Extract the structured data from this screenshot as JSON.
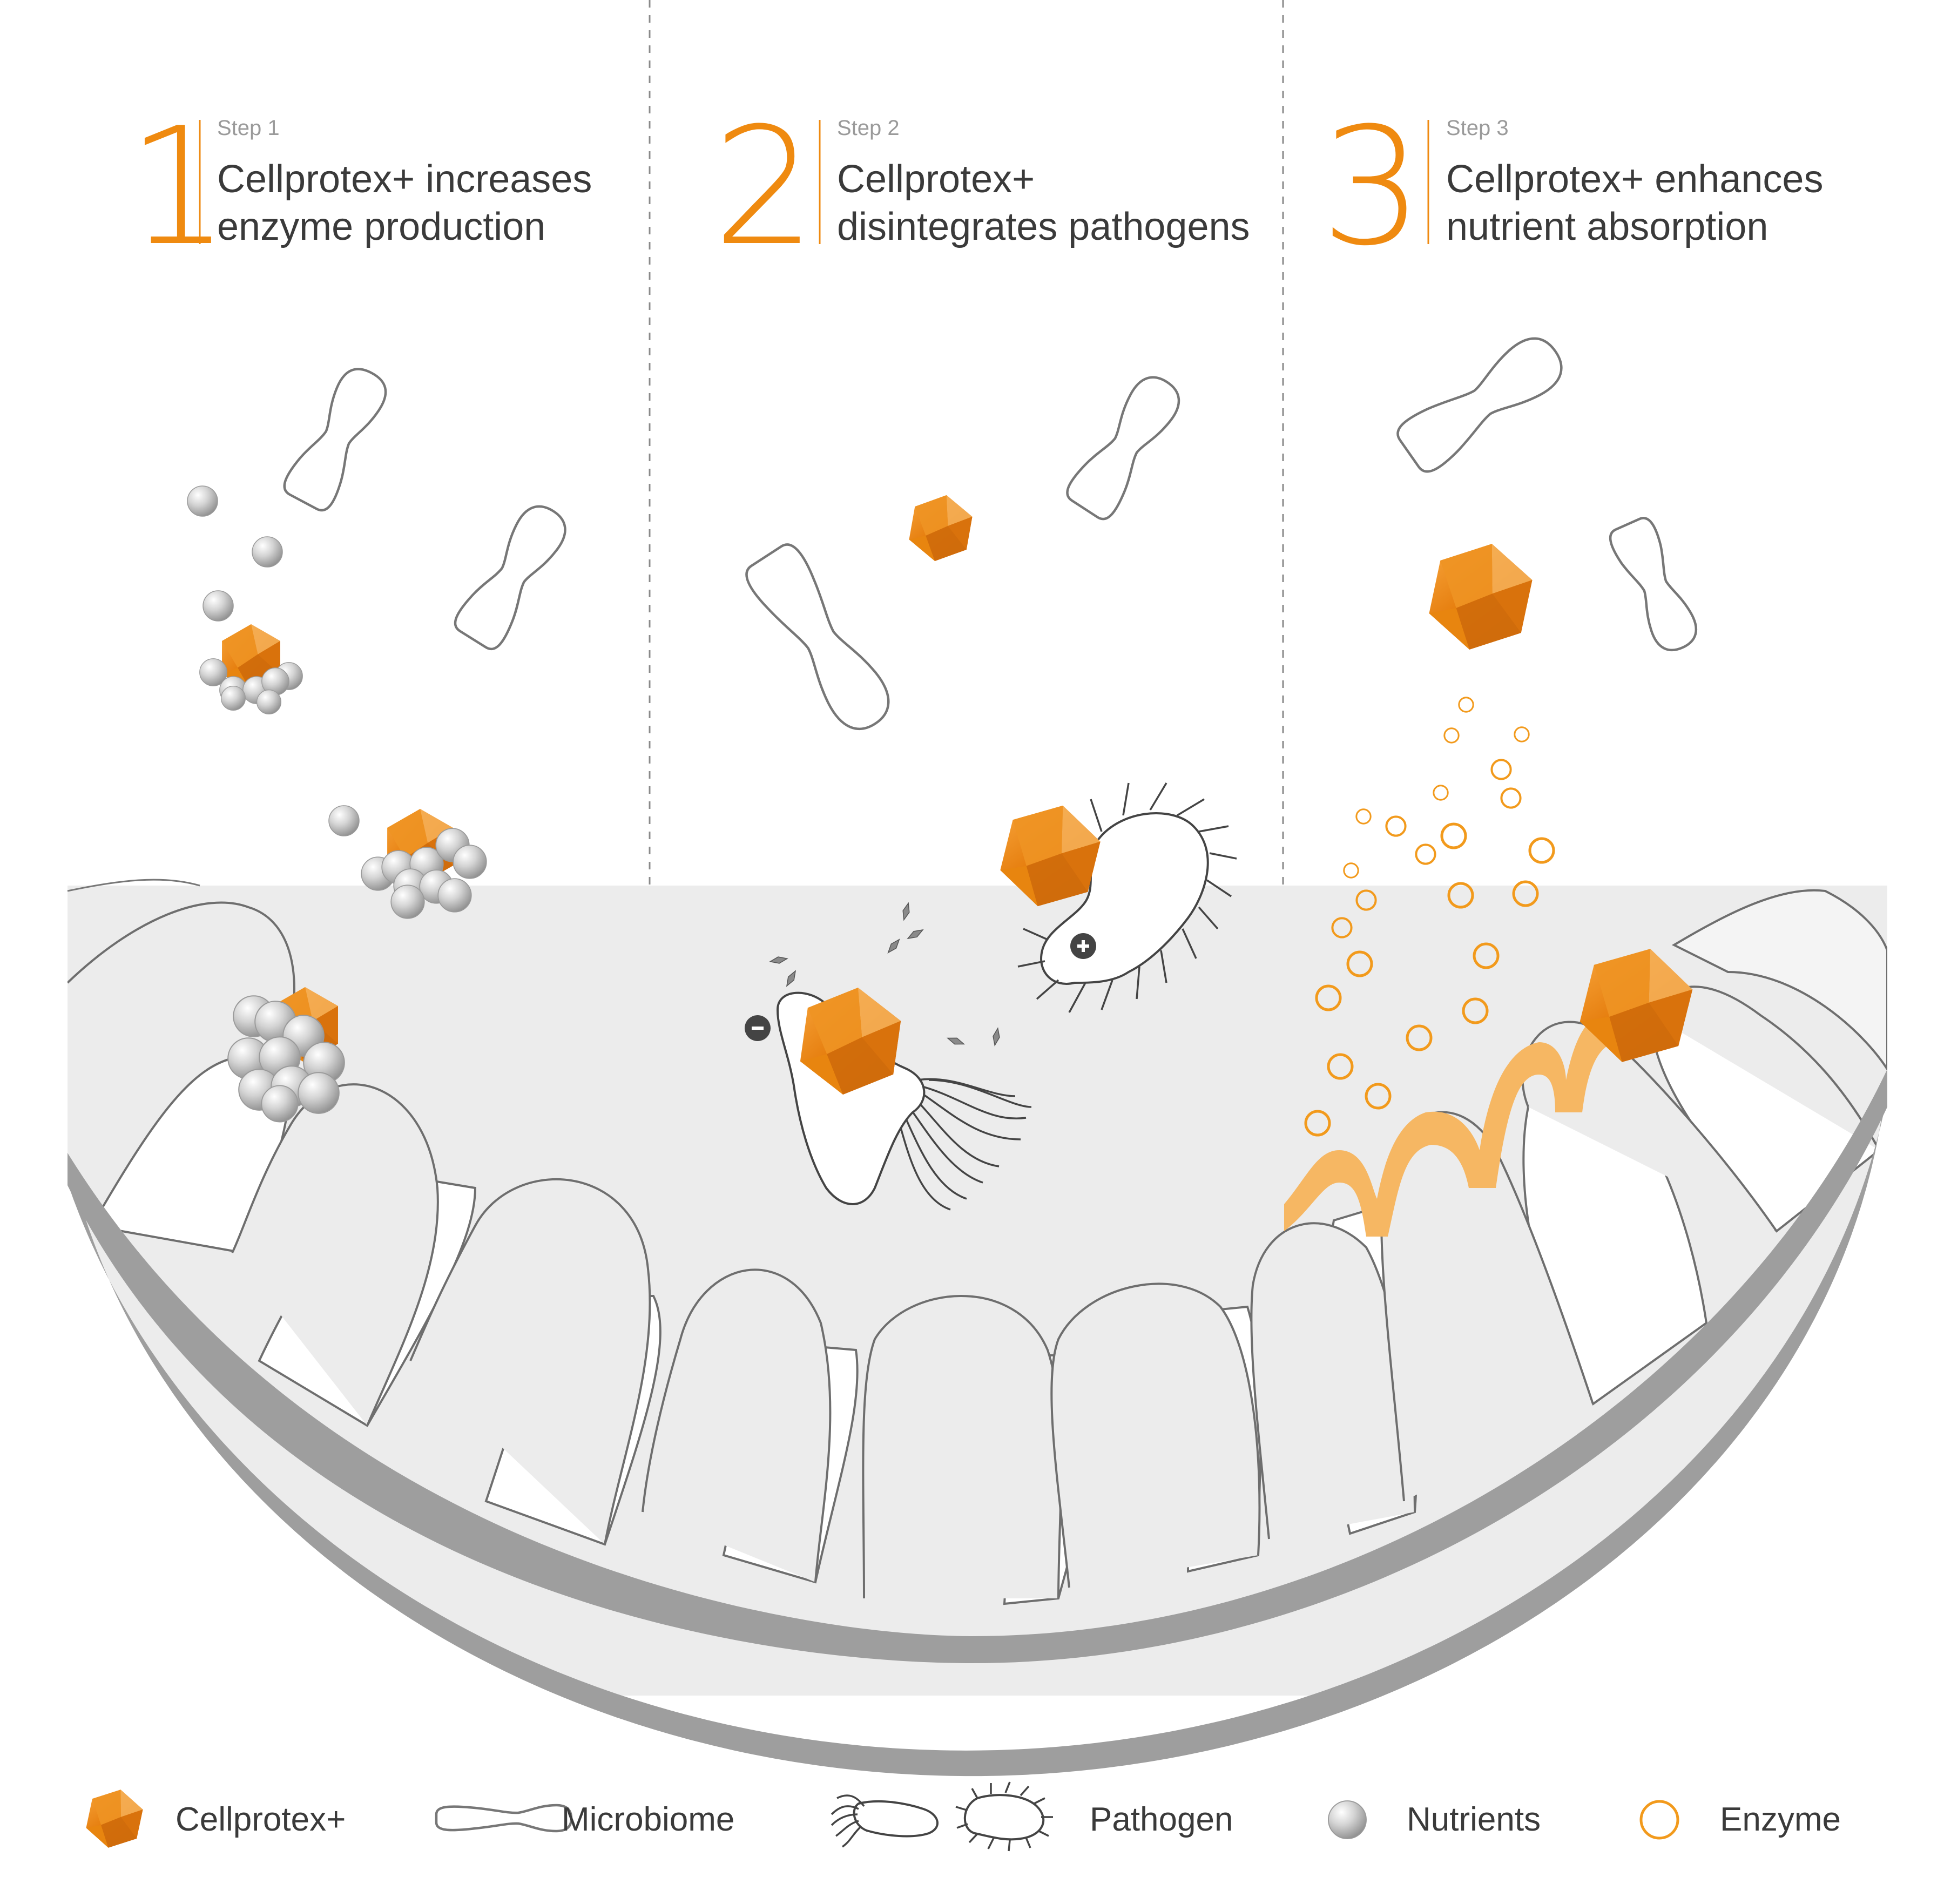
{
  "steps": [
    {
      "number": "1",
      "label": "Step 1",
      "line1": "Cellprotex+ increases",
      "line2": "enzyme production"
    },
    {
      "number": "2",
      "label": "Step 2",
      "line1": "Cellprotex+",
      "line2": "disintegrates pathogens"
    },
    {
      "number": "3",
      "label": "Step 3",
      "line1": "Cellprotex+ enhances",
      "line2": "nutrient absorption"
    }
  ],
  "legend": [
    {
      "icon": "cellprotex-hexagon-icon",
      "label": "Cellprotex+"
    },
    {
      "icon": "microbiome-capsule-icon",
      "label": "Microbiome"
    },
    {
      "icon": "pathogen-icon",
      "label": "Pathogen"
    },
    {
      "icon": "nutrient-sphere-icon",
      "label": "Nutrients"
    },
    {
      "icon": "enzyme-ring-icon",
      "label": "Enzyme"
    }
  ],
  "colors": {
    "accent_orange": "#ef8a10",
    "enzyme_orange": "#f29a1c",
    "villi_fill": "#ececec",
    "gut_wall": "#9e9e9e",
    "text": "#3a3a3a"
  }
}
